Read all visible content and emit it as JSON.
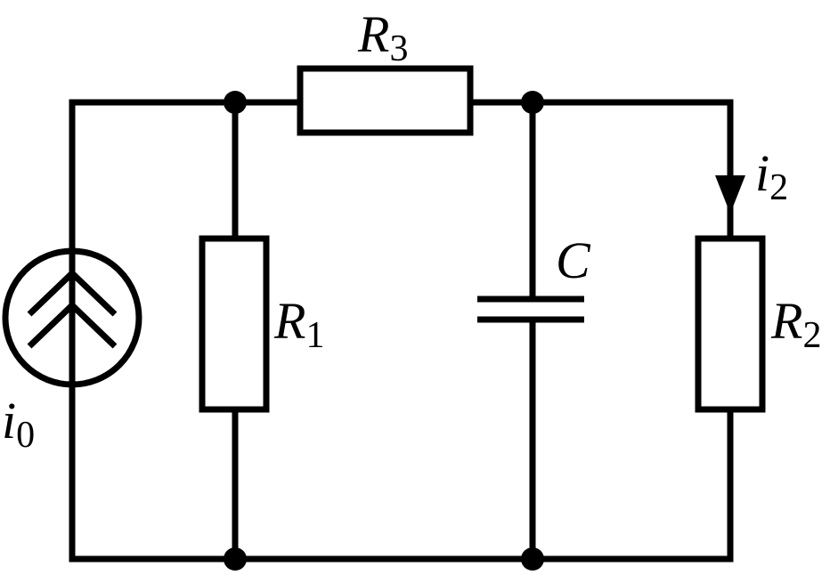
{
  "diagram": {
    "labels": {
      "r3": {
        "symbol": "R",
        "subscript": "3"
      },
      "r1": {
        "symbol": "R",
        "subscript": "1"
      },
      "r2": {
        "symbol": "R",
        "subscript": "2"
      },
      "c": {
        "symbol": "C",
        "subscript": ""
      },
      "i0": {
        "symbol": "i",
        "subscript": "0"
      },
      "i2": {
        "symbol": "i",
        "subscript": "2"
      }
    },
    "colors": {
      "line": "#000000",
      "background": "#ffffff"
    }
  }
}
